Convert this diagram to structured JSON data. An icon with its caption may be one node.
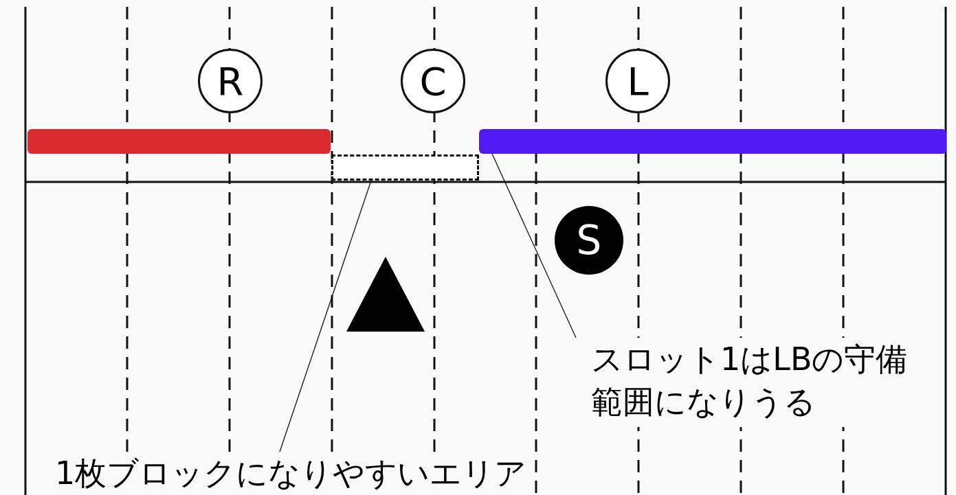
{
  "diagram": {
    "nodes": [
      {
        "text": [
          "R"
        ]
      },
      {
        "text": [
          "C"
        ]
      },
      {
        "text": [
          "L"
        ]
      },
      {
        "text": [],
        "shape": "bar"
      },
      {
        "text": [],
        "shape": "bar"
      },
      {
        "text": [],
        "shape": "box"
      },
      {
        "text": [
          "S"
        ]
      },
      {
        "text": [],
        "shape": "triangle"
      },
      {
        "text": [
          "スロット1はLBの守備範囲になりうる"
        ]
      },
      {
        "text": [
          "1枚ブロックになりやすいエリア"
        ]
      }
    ],
    "edges": [
      {
        "from": 8,
        "to": 4,
        "arrow": "none"
      },
      {
        "from": 9,
        "to": 5,
        "arrow": "none"
      }
    ]
  }
}
